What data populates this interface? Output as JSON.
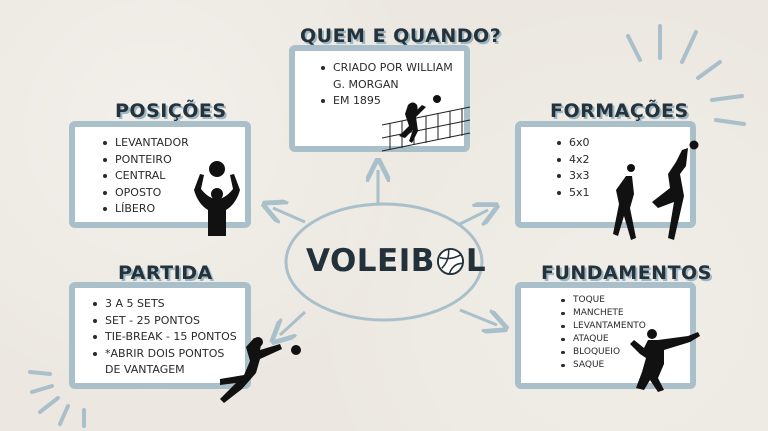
{
  "center": {
    "left": "VOLEIB",
    "right": "L",
    "ball_icon": "volleyball-icon"
  },
  "quem": {
    "title": "QUEM E QUANDO?",
    "items": [
      "CRIADO POR WILLIAM G. MORGAN",
      "EM 1895"
    ]
  },
  "posicoes": {
    "title": "POSIÇÕES",
    "items": [
      "LEVANTADOR",
      "PONTEIRO",
      "CENTRAL",
      "OPOSTO",
      "LÍBERO"
    ]
  },
  "formacoes": {
    "title": "FORMAÇÕES",
    "items": [
      "6x0",
      "4x2",
      "3x3",
      "5x1"
    ]
  },
  "partida": {
    "title": "PARTIDA",
    "items": [
      "3 A 5 SETS",
      "SET - 25 PONTOS",
      "TIE-BREAK - 15 PONTOS",
      "*ABRIR DOIS PONTOS DE VANTAGEM"
    ]
  },
  "fundamentos": {
    "title": "FUNDAMENTOS",
    "items": [
      "TOQUE",
      "MANCHETE",
      "LEVANTAMENTO",
      "ATAQUE",
      "BLOQUEIO",
      "SAQUE"
    ]
  },
  "colors": {
    "accent": "#a9bfca",
    "text": "#24323b",
    "background": "#ece8e1"
  }
}
